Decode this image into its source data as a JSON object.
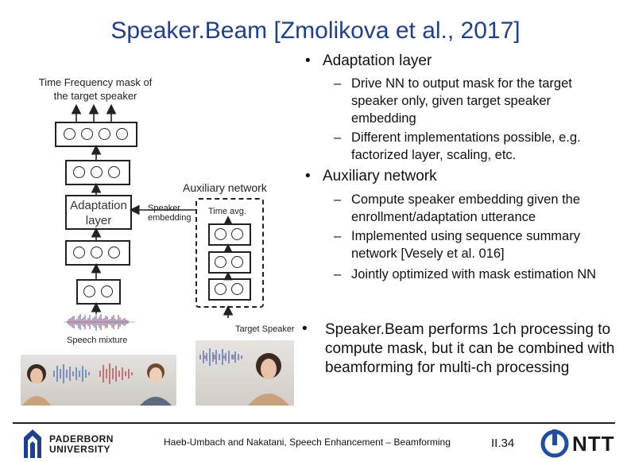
{
  "slide": {
    "title": "Speaker.Beam [Zmolikova et al., 2017]",
    "bullets": [
      {
        "text": "Adaptation layer",
        "subs": [
          "Drive NN to output mask for the target speaker only, given target speaker embedding",
          "Different implementations possible, e.g. factorized layer, scaling, etc."
        ]
      },
      {
        "text": "Auxiliary network",
        "subs": [
          "Compute speaker embedding given the enrollment/adaptation utterance",
          "Implemented using sequence summary network [Vesely et al. 016]",
          "Jointly optimized with mask estimation NN"
        ]
      },
      {
        "text": "Speaker.Beam performs 1ch processing to compute mask, but it can be combined with beamforming for multi-ch processing",
        "subs": []
      }
    ],
    "bullet_symbol": "•",
    "dash_symbol": "–"
  },
  "diagram": {
    "output_label": "Time Frequency mask of the target speaker",
    "adaptation_label": "Adaptation layer",
    "auxiliary_label": "Auxiliary network",
    "embedding_label": "Speaker embedding",
    "time_avg_label": "Time avg.",
    "target_speaker_label": "Target Speaker",
    "speech_mixture_label": "Speech mixture"
  },
  "footer": {
    "university": "PADERBORN UNIVERSITY",
    "university_line1": "PADERBORN",
    "university_line2": "UNIVERSITY",
    "citation": "Haeb-Umbach and Nakatani, Speech Enhancement – Beamforming",
    "page": "II.34",
    "company": "NTT"
  },
  "colors": {
    "title": "#1f3f8f",
    "waveform_blue": "#3b5fb8",
    "waveform_red": "#b0303a",
    "ntt_blue": "#1f4fa0"
  }
}
